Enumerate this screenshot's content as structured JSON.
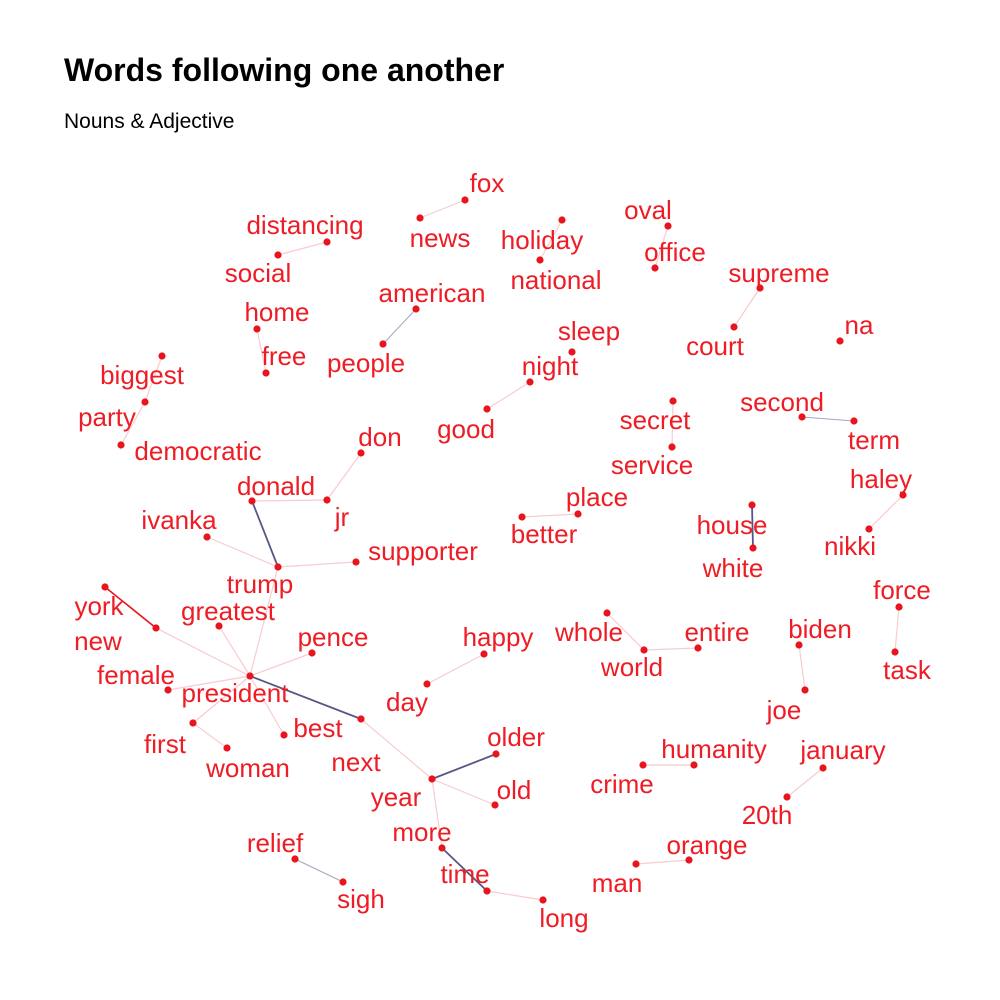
{
  "title": "Words following one another",
  "subtitle": "Nouns & Adjective",
  "colors": {
    "label": "#ee1c25",
    "node": "#e8141e",
    "edge_light": "#f7b9bd",
    "edge_dark": "#3a3a6e"
  },
  "words": {
    "fox": "fox",
    "news": "news",
    "holiday": "holiday",
    "national": "national",
    "oval": "oval",
    "office": "office",
    "distancing": "distancing",
    "social": "social",
    "supreme": "supreme",
    "court": "court",
    "home": "home",
    "free": "free",
    "american": "american",
    "people": "people",
    "sleep": "sleep",
    "night": "night",
    "na": "na",
    "biggest": "biggest",
    "party": "party",
    "democratic": "democratic",
    "good": "good",
    "secret": "secret",
    "service": "service",
    "second": "second",
    "term": "term",
    "haley": "haley",
    "nikki": "nikki",
    "don": "don",
    "donald": "donald",
    "jr": "jr",
    "ivanka": "ivanka",
    "supporter": "supporter",
    "trump": "trump",
    "place": "place",
    "better": "better",
    "house": "house",
    "white": "white",
    "force": "force",
    "task": "task",
    "york": "york",
    "new": "new",
    "greatest": "greatest",
    "pence": "pence",
    "happy": "happy",
    "whole": "whole",
    "entire": "entire",
    "world": "world",
    "biden": "biden",
    "joe": "joe",
    "female": "female",
    "president": "president",
    "day": "day",
    "best": "best",
    "first": "first",
    "woman": "woman",
    "next": "next",
    "older": "older",
    "humanity": "humanity",
    "january": "january",
    "crime": "crime",
    "old": "old",
    "year": "year",
    "20th": "20th",
    "more": "more",
    "relief": "relief",
    "orange": "orange",
    "sigh": "sigh",
    "time": "time",
    "man": "man",
    "long": "long"
  },
  "edges": [
    {
      "from": "news",
      "to": "fox",
      "strength": "weak"
    },
    {
      "from": "national",
      "to": "holiday",
      "strength": "weak"
    },
    {
      "from": "office",
      "to": "oval",
      "strength": "weak"
    },
    {
      "from": "social",
      "to": "distancing",
      "strength": "weak"
    },
    {
      "from": "court",
      "to": "supreme",
      "strength": "weak"
    },
    {
      "from": "free",
      "to": "home",
      "strength": "weak"
    },
    {
      "from": "people",
      "to": "american",
      "strength": "medium"
    },
    {
      "from": "good",
      "to": "night",
      "strength": "weak"
    },
    {
      "from": "biggest",
      "to": "party",
      "strength": "weak"
    },
    {
      "from": "party",
      "to": "democratic",
      "strength": "weak"
    },
    {
      "from": "secret",
      "to": "service",
      "strength": "weak"
    },
    {
      "from": "second",
      "to": "term",
      "strength": "medium"
    },
    {
      "from": "nikki",
      "to": "haley",
      "strength": "weak"
    },
    {
      "from": "jr",
      "to": "don",
      "strength": "weak"
    },
    {
      "from": "donald",
      "to": "trump",
      "strength": "dark"
    },
    {
      "from": "donald",
      "to": "jr",
      "strength": "weak"
    },
    {
      "from": "ivanka",
      "to": "trump",
      "strength": "weak"
    },
    {
      "from": "trump",
      "to": "supporter",
      "strength": "weak"
    },
    {
      "from": "trump",
      "to": "president",
      "strength": "weak"
    },
    {
      "from": "better",
      "to": "place",
      "strength": "weak"
    },
    {
      "from": "white",
      "to": "house",
      "strength": "dark"
    },
    {
      "from": "task",
      "to": "force",
      "strength": "weak"
    },
    {
      "from": "new",
      "to": "york",
      "strength": "light"
    },
    {
      "from": "new",
      "to": "president",
      "strength": "weak"
    },
    {
      "from": "greatest",
      "to": "president",
      "strength": "weak"
    },
    {
      "from": "president",
      "to": "pence",
      "strength": "weak"
    },
    {
      "from": "female",
      "to": "president",
      "strength": "weak"
    },
    {
      "from": "first",
      "to": "president",
      "strength": "weak"
    },
    {
      "from": "first",
      "to": "woman",
      "strength": "weak"
    },
    {
      "from": "best",
      "to": "president",
      "strength": "weak"
    },
    {
      "from": "next",
      "to": "president",
      "strength": "dark"
    },
    {
      "from": "day",
      "to": "happy",
      "strength": "weak"
    },
    {
      "from": "whole",
      "to": "world",
      "strength": "weak"
    },
    {
      "from": "world",
      "to": "entire",
      "strength": "weak"
    },
    {
      "from": "joe",
      "to": "biden",
      "strength": "weak"
    },
    {
      "from": "next",
      "to": "year",
      "strength": "weak"
    },
    {
      "from": "year",
      "to": "older",
      "strength": "dark"
    },
    {
      "from": "year",
      "to": "old",
      "strength": "weak"
    },
    {
      "from": "more",
      "to": "year",
      "strength": "weak"
    },
    {
      "from": "more",
      "to": "time",
      "strength": "dark"
    },
    {
      "from": "crime",
      "to": "humanity",
      "strength": "weak"
    },
    {
      "from": "20th",
      "to": "january",
      "strength": "weak"
    },
    {
      "from": "relief",
      "to": "sigh",
      "strength": "medium"
    },
    {
      "from": "man",
      "to": "orange",
      "strength": "weak"
    },
    {
      "from": "time",
      "to": "long",
      "strength": "weak"
    }
  ]
}
